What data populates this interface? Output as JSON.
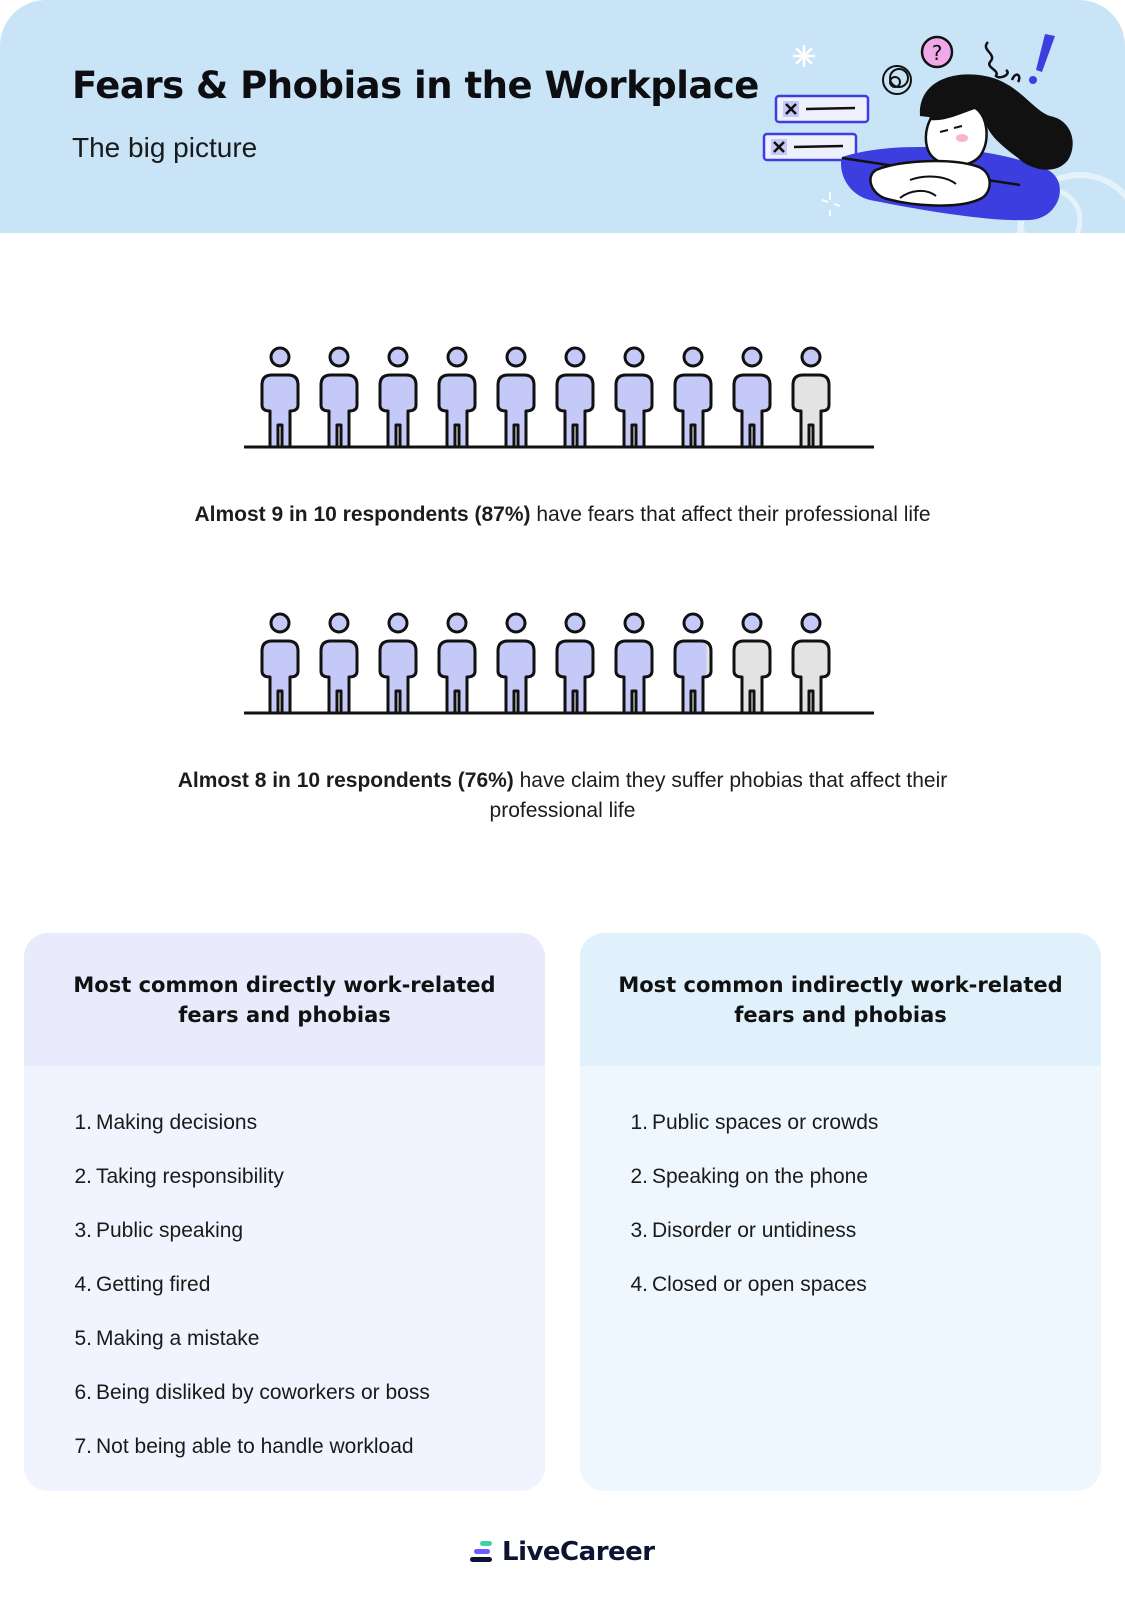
{
  "header": {
    "title": "Fears & Phobias in the Workplace",
    "subtitle": "The big picture"
  },
  "stats": [
    {
      "bold": "Almost 9 in 10 respondents (87%)",
      "rest": " have fears that affect their professional life",
      "filled_fraction": 0.87
    },
    {
      "bold": "Almost 8 in 10 respondents (76%)",
      "rest": " have claim they suffer phobias that affect their professional life",
      "filled_fraction": 0.76
    }
  ],
  "colors": {
    "filled": "#c5c9f8",
    "empty": "#e3e3e3",
    "outline": "#111111",
    "header_bg": "#c8e4f6",
    "brand_blue": "#3c3ee0"
  },
  "cards": {
    "left": {
      "title": "Most common directly work-related fears and phobias",
      "items": [
        {
          "n": "1.",
          "label": "Making decisions"
        },
        {
          "n": "2.",
          "label": "Taking responsibility"
        },
        {
          "n": "3.",
          "label": "Public speaking"
        },
        {
          "n": "4.",
          "label": "Getting fired"
        },
        {
          "n": "5.",
          "label": "Making a mistake"
        },
        {
          "n": "6.",
          "label": "Being disliked by coworkers or boss"
        },
        {
          "n": "7.",
          "label": "Not being able to handle workload"
        }
      ]
    },
    "right": {
      "title": "Most common indirectly work-related fears and phobias",
      "items": [
        {
          "n": "1.",
          "label": "Public spaces or crowds"
        },
        {
          "n": "2.",
          "label": "Speaking on the phone"
        },
        {
          "n": "3.",
          "label": "Disorder or untidiness"
        },
        {
          "n": "4.",
          "label": "Closed or open spaces"
        }
      ]
    }
  },
  "footer": {
    "brand": "LiveCareer"
  },
  "icons": [
    "person-icon",
    "livecareer-logo-icon",
    "question-icon",
    "exclamation-icon",
    "sparkle-icon"
  ]
}
